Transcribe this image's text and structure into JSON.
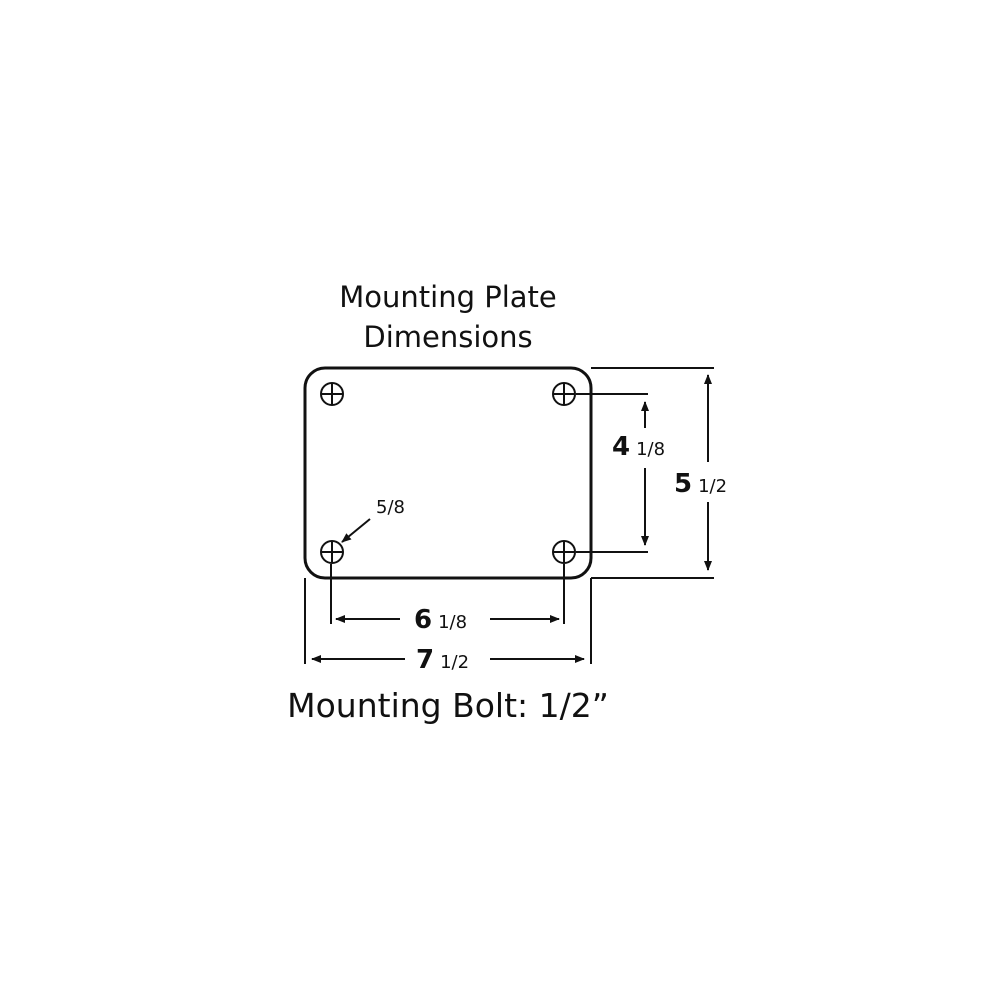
{
  "title": {
    "line1": "Mounting Plate",
    "line2": "Dimensions"
  },
  "dimensions": {
    "hole_spacing_vertical": {
      "whole": "4",
      "fraction": "1/8"
    },
    "plate_height": {
      "whole": "5",
      "fraction": "1/2"
    },
    "hole_spacing_horizontal": {
      "whole": "6",
      "fraction": "1/8"
    },
    "plate_width": {
      "whole": "7",
      "fraction": "1/2"
    },
    "hole_diameter": "5/8"
  },
  "footer": {
    "mounting_bolt": "Mounting Bolt: 1/2”"
  }
}
